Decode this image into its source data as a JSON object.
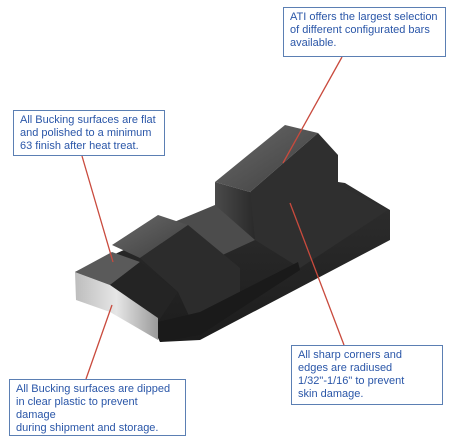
{
  "colors": {
    "leader": "#c94a3d",
    "callout_border": "#5b7fb3",
    "callout_text": "#2a56a8",
    "part_dark": "#3a3a3a",
    "part_face": "#cfcfcf"
  },
  "callouts": {
    "top": "ATI offers the largest selection\nof different configurated bars\navailable.",
    "left": "All Bucking surfaces are flat\nand polished to a minimum\n63 finish after heat treat.",
    "right": "All sharp corners and\nedges are radiused\n1/32\"-1/16\" to prevent\nskin damage.",
    "bottom": "All Bucking surfaces are dipped\nin clear plastic to prevent damage\nduring shipment and storage."
  }
}
